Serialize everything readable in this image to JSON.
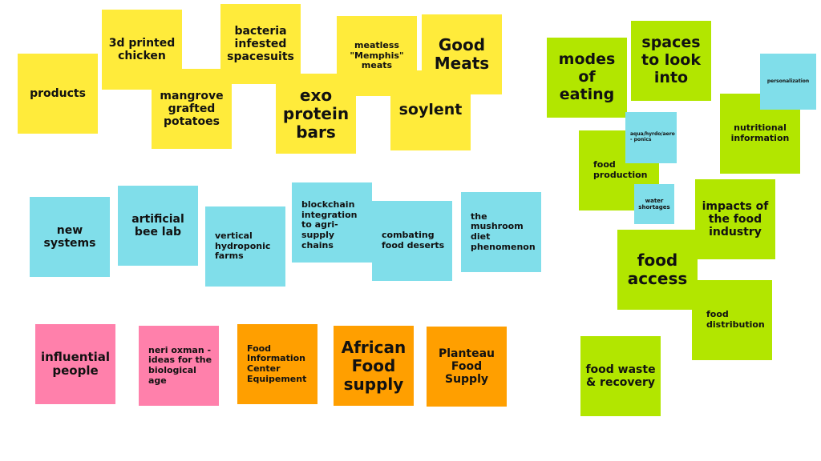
{
  "colors": {
    "yellow": "#ffeb3b",
    "blue": "#80deea",
    "pink": "#ff80ab",
    "orange": "#ff9f00",
    "green": "#b2e600"
  },
  "notes": {
    "products": "products",
    "chicken": "3d printed chicken",
    "mangrove": "mangrove grafted potatoes",
    "bacteria": "bacteria infested spacesuits",
    "meatless": "meatless \"Memphis\" meats",
    "good_meats": "Good Meats",
    "exo": "exo protein bars",
    "soylent": "soylent",
    "new_systems": "new systems",
    "bee_lab": "artificial bee lab",
    "vertical": "vertical hydroponic farms",
    "blockchain": "blockchain integration to agri-supply chains",
    "deserts": "combating food deserts",
    "mushroom": "the mushroom diet phenomenon",
    "influential": "influential people",
    "neri": "neri oxman - ideas for the biological age",
    "fice": "Food Information Center Equipement",
    "african": "African Food supply",
    "planteau": "Planteau Food Supply",
    "modes": "modes of eating",
    "spaces": "spaces to look into",
    "nutritional": "nutritional information",
    "personalization": "personalization",
    "food_production": "food production",
    "aqua": "aqua/hyrdo/aero - ponics",
    "water": "water shortages",
    "impacts": "impacts of the food industry",
    "food_access": "food access",
    "distribution": "food distribution",
    "waste": "food waste & recovery"
  }
}
